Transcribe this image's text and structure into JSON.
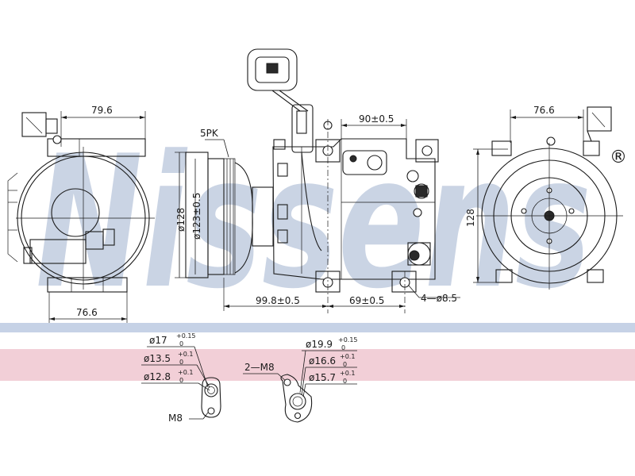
{
  "watermark": {
    "text": "Nissens",
    "registered": "®",
    "color": "#b9c6dc"
  },
  "bands": {
    "blue_color": "#c6d2e6",
    "pink_color": "#f2cfd7"
  },
  "left_view": {
    "width": "79.6",
    "bottom_width": "76.6"
  },
  "middle_view": {
    "pulley_grooves": "5PK",
    "diameter_outer": "ø128",
    "diameter_pulley": "ø123±0.5",
    "width_top": "90±0.5",
    "dist_bottom_left": "99.8±0.5",
    "dist_bottom_right": "69±0.5",
    "mount_holes": "4—ø8.5"
  },
  "right_view": {
    "width": "76.6",
    "height": "128"
  },
  "port_left": {
    "d1": "ø17",
    "d1_tol_top": "+0.15",
    "d1_tol_bot": "0",
    "d2": "ø13.5",
    "d2_tol_top": "+0.1",
    "d2_tol_bot": "0",
    "d3": "ø12.8",
    "d3_tol_top": "+0.1",
    "d3_tol_bot": "0",
    "thread": "M8"
  },
  "port_right": {
    "d1": "ø19.9",
    "d1_tol_top": "+0.15",
    "d1_tol_bot": "0",
    "d2": "ø16.6",
    "d2_tol_top": "+0.1",
    "d2_tol_bot": "0",
    "d3": "ø15.7",
    "d3_tol_top": "+0.1",
    "d3_tol_bot": "0",
    "thread": "2—M8"
  }
}
